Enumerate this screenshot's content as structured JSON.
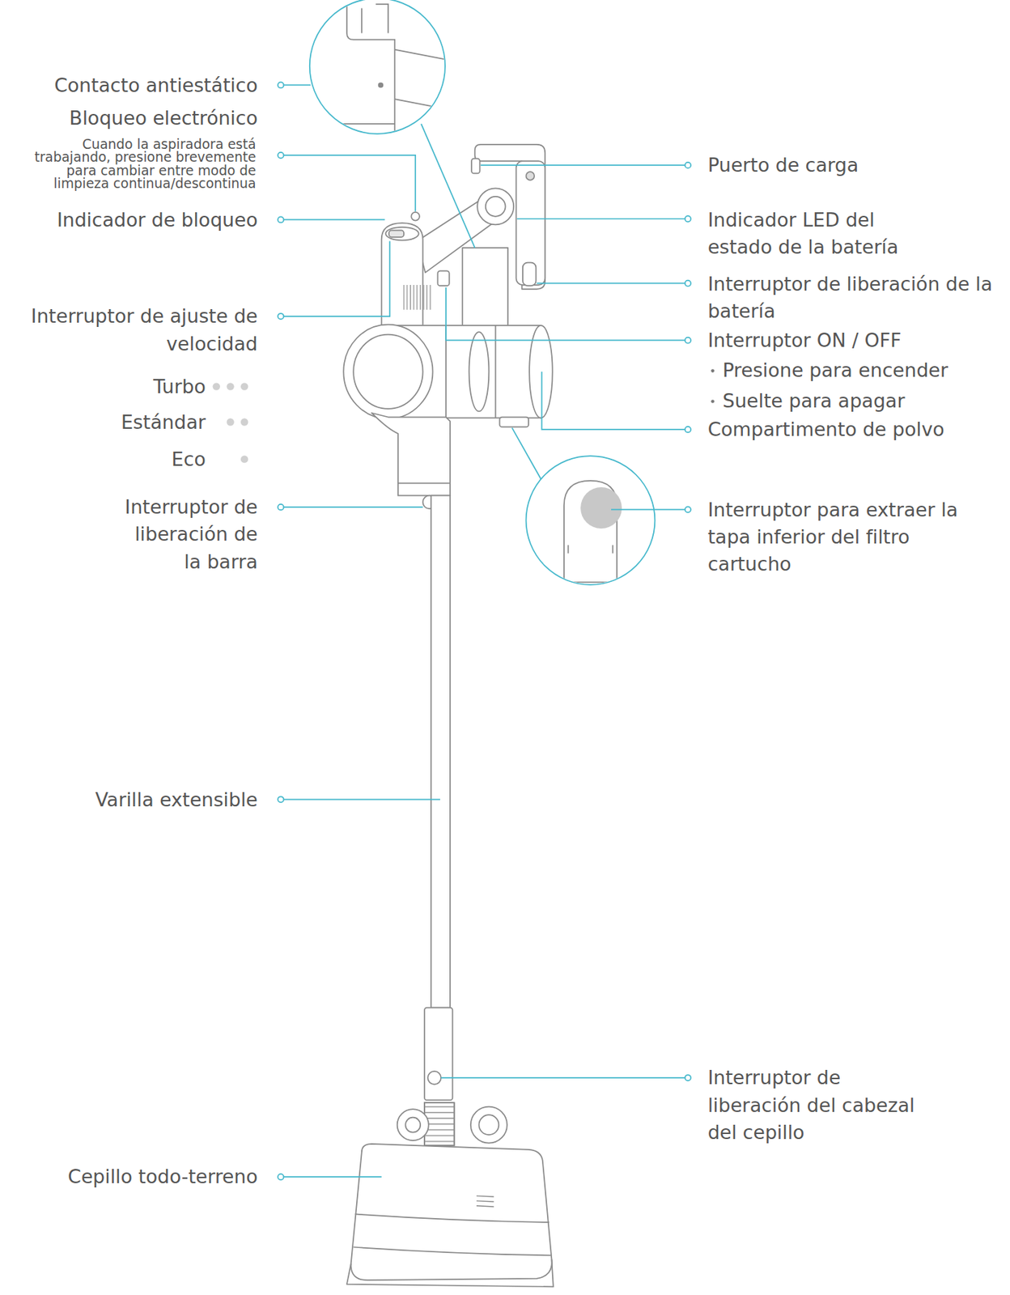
{
  "diagram": {
    "labels": [
      "Contacto antiestático",
      "Bloqueo electrónico",
      "Cuando la aspiradora está trabajando, presione brevemente para cambiar entre modo de limpieza continua/descontinua",
      "Indicador de bloqueo",
      "Interruptor de ajuste de velocidad",
      "Turbo",
      "Estándar",
      "Eco",
      "Interruptor de liberación de la barra",
      "Varilla extensible",
      "Cepillo todo-terreno",
      "Puerto de carga",
      "Indicador LED del estado de la batería",
      "Interruptor de liberación de la batería",
      "Interruptor ON / OFF",
      "Presione para encender",
      "Suelte para apagar",
      "Compartimento de polvo",
      "Interruptor para extraer la tapa inferior del filtro cartucho",
      "Interruptor de liberación del cabezal del cepillo"
    ]
  }
}
